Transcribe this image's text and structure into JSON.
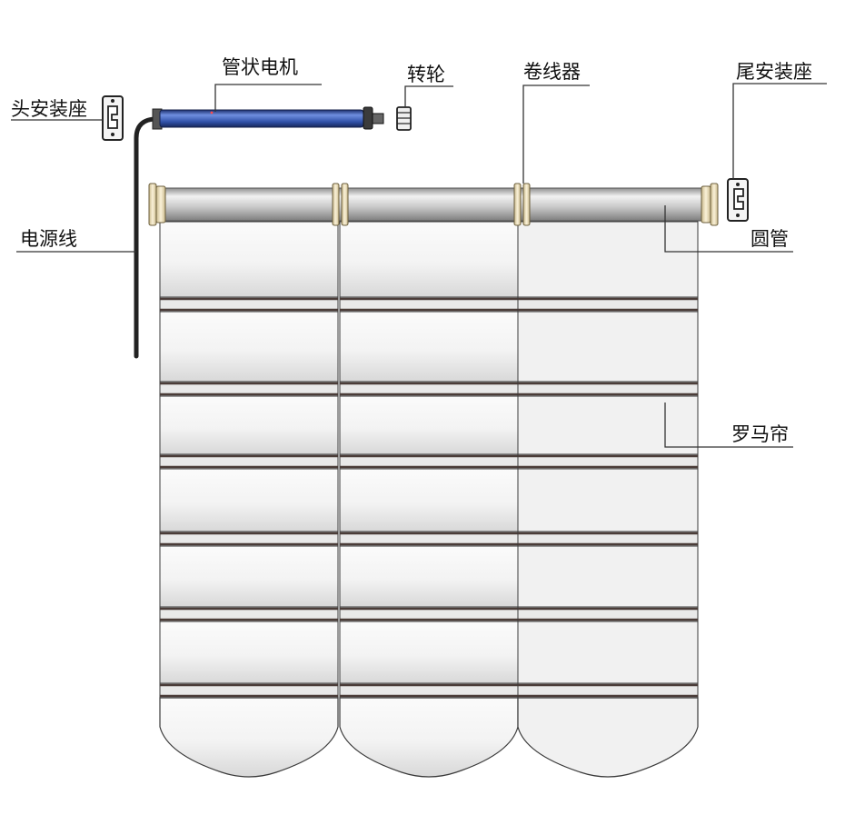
{
  "labels": {
    "head_mount": "头安装座",
    "tubular_motor": "管状电机",
    "wheel": "转轮",
    "winder": "卷线器",
    "tail_mount": "尾安装座",
    "power_cord": "电源线",
    "round_tube": "圆管",
    "roman_shade": "罗马帘"
  },
  "colors": {
    "motor_body": "#2f4fa6",
    "motor_highlight": "#6f8fe0",
    "tube": "#c9c9c9",
    "cap": "#efe2bf",
    "fabric_light": "#f7f7f7",
    "fabric_shade": "#dcdcdc",
    "fold_line": "#4a3c38",
    "outline": "#3a3a3a",
    "cord": "#222222"
  },
  "shade": {
    "panels": 3,
    "folds": 6
  }
}
